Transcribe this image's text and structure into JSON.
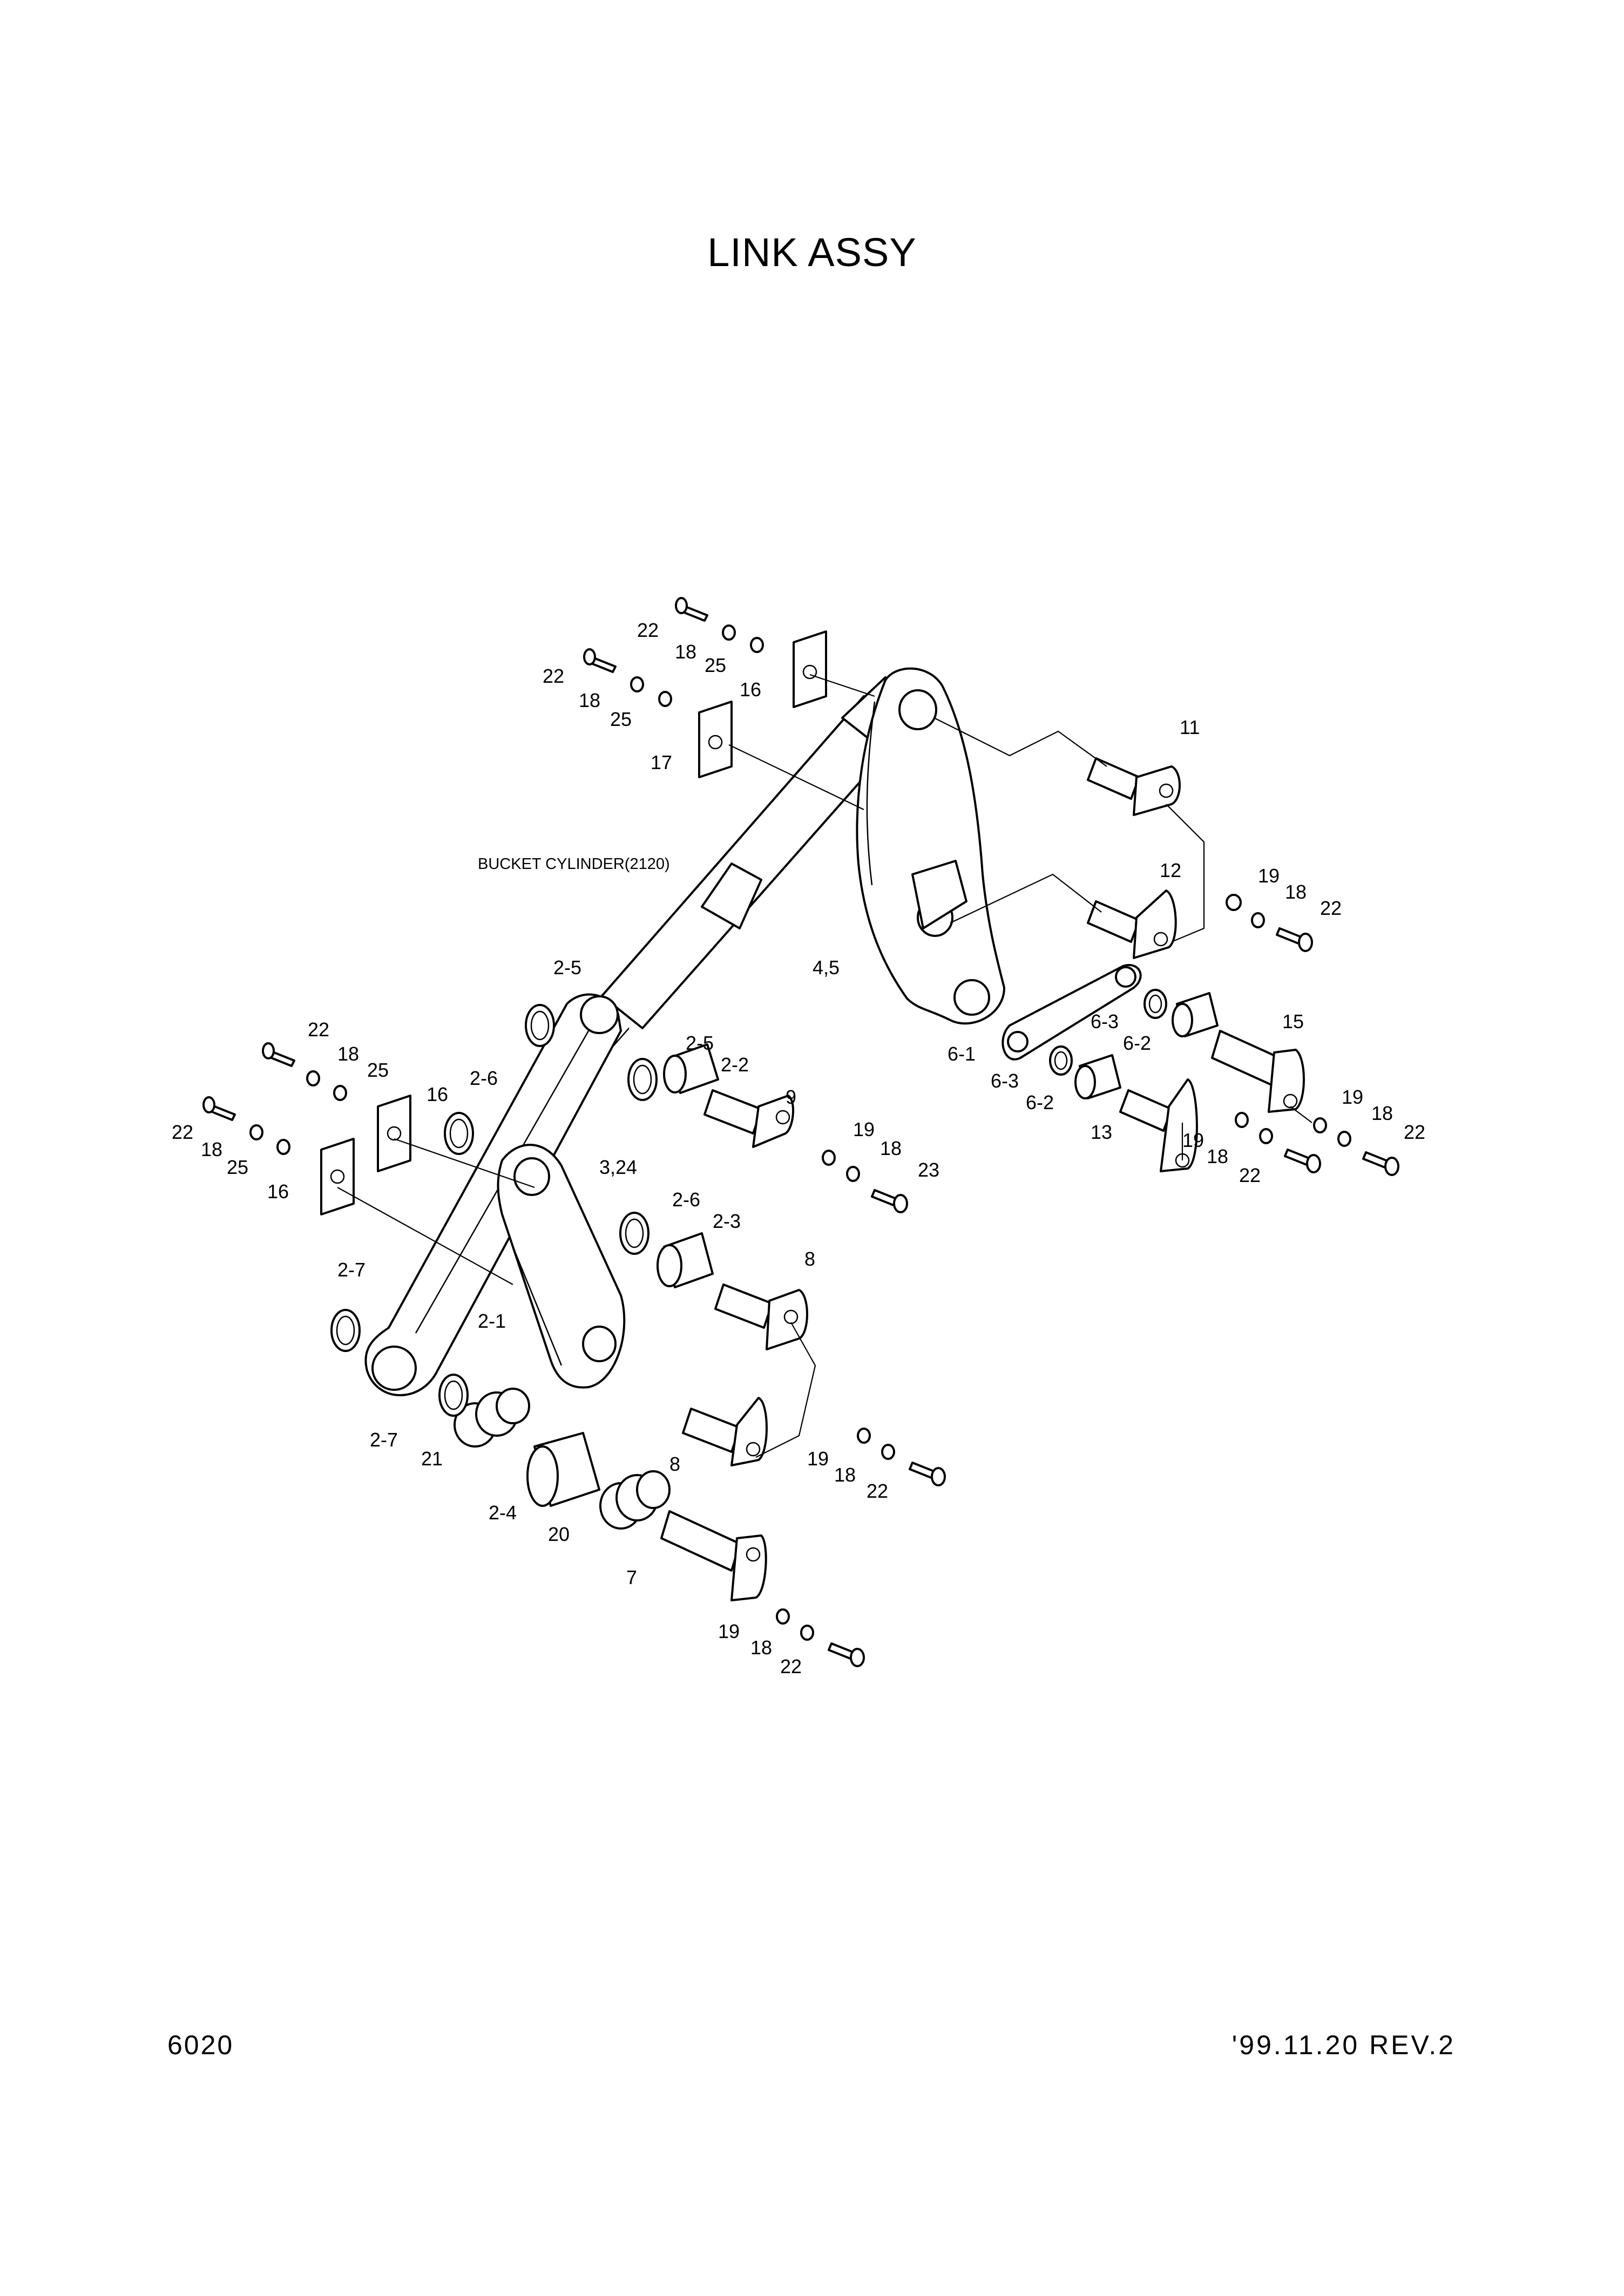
{
  "title": "LINK ASSY",
  "note_bucket_cylinder": "BUCKET CYLINDER(2120)",
  "page_number": "6020",
  "revision": "'99.11.20 REV.2",
  "callouts": {
    "c22_top": "22",
    "c18_top": "18",
    "c25_top": "25",
    "c16_top": "16",
    "c22_top2": "22",
    "c18_top2": "18",
    "c25_top2": "25",
    "c17": "17",
    "c11": "11",
    "c12": "12",
    "c19_r": "19",
    "c18_r": "18",
    "c22_r": "22",
    "c45": "4,5",
    "c25_upper": "2-5",
    "c25_mid": "2-5",
    "c22b": "2-2",
    "c9": "9",
    "c19_9": "19",
    "c18_9": "18",
    "c23": "23",
    "c22_l1": "22",
    "c18_l1": "18",
    "c25_l1": "25",
    "c16_l1": "16",
    "c26_a": "2-6",
    "c22_l2": "22",
    "c18_l2": "18",
    "c25_l2": "25",
    "c16_l2": "16",
    "c324": "3,24",
    "c26_b": "2-6",
    "c23b": "2-3",
    "c8a": "8",
    "c27_a": "2-7",
    "c21": "2-1",
    "c27_b": "2-7",
    "c21p": "21",
    "c8b": "8",
    "c19_8": "19",
    "c18_8": "18",
    "c22_8": "22",
    "c24": "2-4",
    "c20": "20",
    "c7": "7",
    "c19_7": "19",
    "c18_7": "18",
    "c22_7": "22",
    "c61": "6-1",
    "c63a": "6-3",
    "c62a": "6-2",
    "c63b": "6-3",
    "c62b": "6-2",
    "c15": "15",
    "c13": "13",
    "c19_13": "19",
    "c18_13": "18",
    "c22_13": "22",
    "c19_15": "19",
    "c18_15": "18",
    "c22_15": "22"
  }
}
